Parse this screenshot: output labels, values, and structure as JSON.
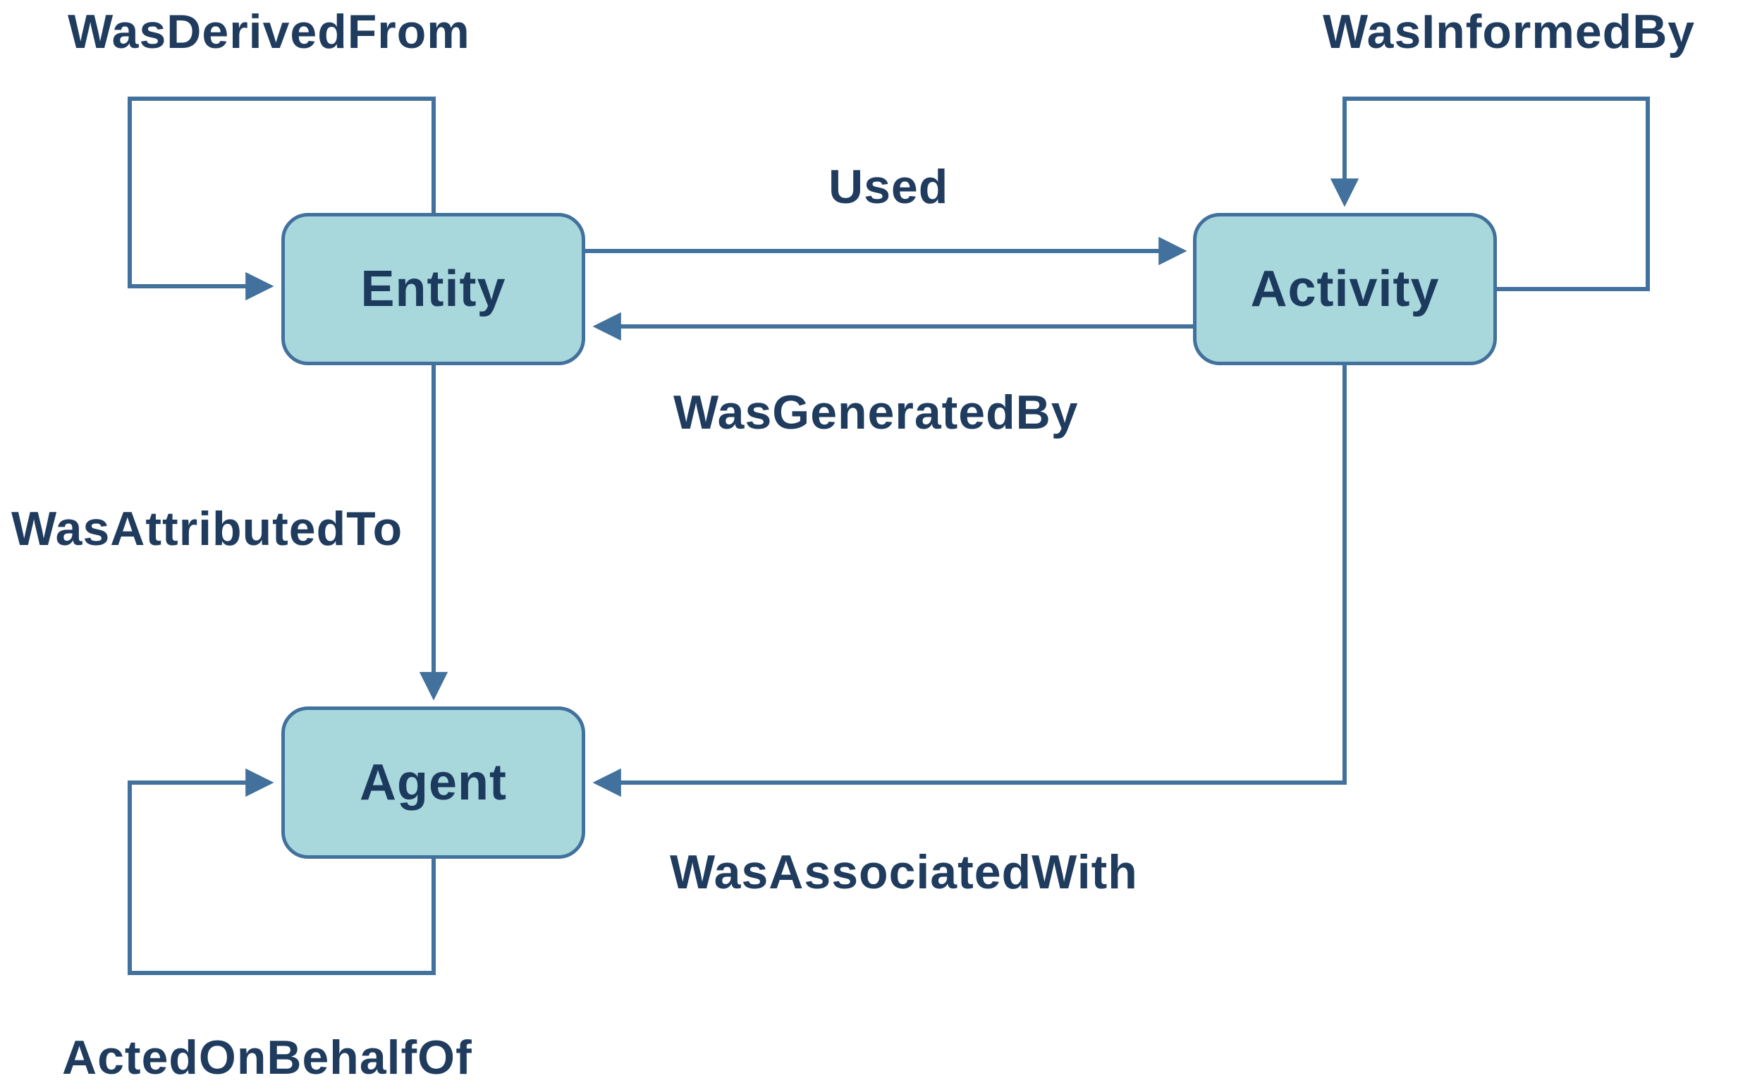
{
  "diagram": {
    "type": "provenance-model-diagram",
    "nodes": [
      {
        "id": "entity",
        "label": "Entity"
      },
      {
        "id": "activity",
        "label": "Activity"
      },
      {
        "id": "agent",
        "label": "Agent"
      }
    ],
    "edges": [
      {
        "id": "wasderivedfrom",
        "label": "WasDerivedFrom",
        "from": "entity",
        "to": "entity"
      },
      {
        "id": "wasinformedby",
        "label": "WasInformedBy",
        "from": "activity",
        "to": "activity"
      },
      {
        "id": "used",
        "label": "Used",
        "from": "entity",
        "to": "activity"
      },
      {
        "id": "wasgeneratedby",
        "label": "WasGeneratedBy",
        "from": "activity",
        "to": "entity"
      },
      {
        "id": "wasattributedto",
        "label": "WasAttributedTo",
        "from": "entity",
        "to": "agent"
      },
      {
        "id": "wasassociatedwith",
        "label": "WasAssociatedWith",
        "from": "activity",
        "to": "agent"
      },
      {
        "id": "actedonbehalfof",
        "label": "ActedOnBehalfOf",
        "from": "agent",
        "to": "agent"
      }
    ]
  },
  "colors": {
    "stroke": "#41719C",
    "node-fill": "#A8D8DC",
    "node-text": "#1C3A5E",
    "label-text": "#1F3B5E",
    "bg": "#FFFFFF"
  }
}
